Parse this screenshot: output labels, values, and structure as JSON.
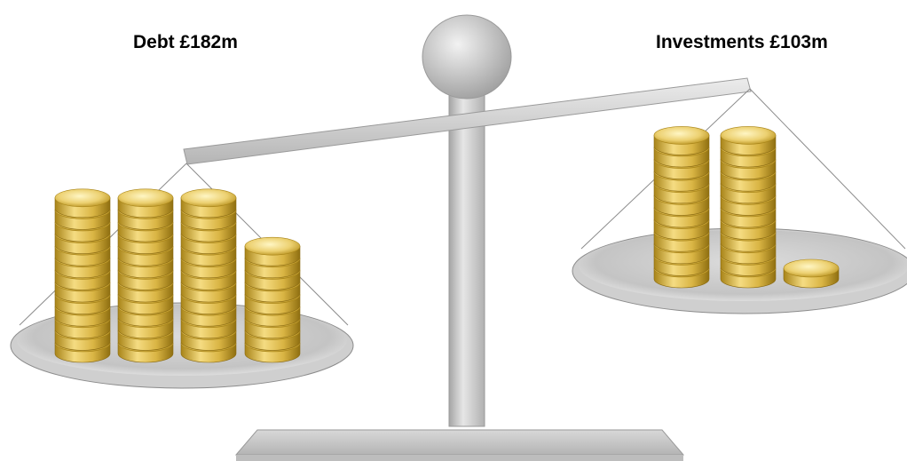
{
  "labels": {
    "left": "Debt £182m",
    "right": "Investments £103m"
  },
  "colors": {
    "metal_light": "#e4e4e4",
    "metal_mid": "#c8c8c8",
    "metal_dark": "#9a9a9a",
    "coin_light": "#fff4b8",
    "coin_mid": "#e6c55a",
    "coin_dark": "#a88418"
  },
  "coins": {
    "left_stacks": [
      13,
      13,
      13,
      9
    ],
    "right_stacks": [
      12,
      12,
      1
    ]
  }
}
